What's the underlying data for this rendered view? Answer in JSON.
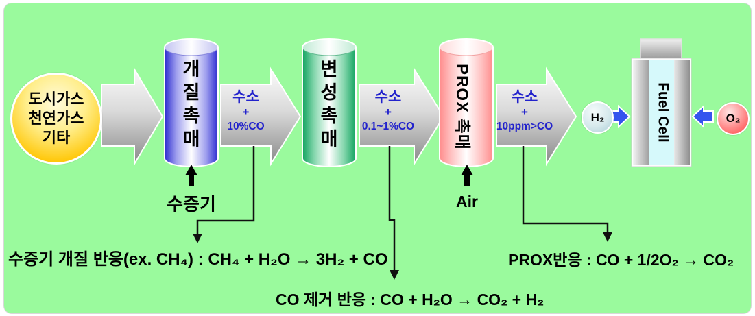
{
  "palette": {
    "panel_green": "#9AFA9D",
    "flow_arrow_dark": "#8A8A8A",
    "flow_label_blue": "#2222CC",
    "cylinder_blue": "#2B2BD0",
    "cylinder_green": "#12A35F",
    "cylinder_pink": "#FF8C8C",
    "side_arrow_blue": "#3554EE",
    "source_yellow": "#FFC90E",
    "fuel_cell_cyan": "#D6F9FB"
  },
  "source_bubble": {
    "lines": [
      "도시가스",
      "천연가스",
      "기타"
    ]
  },
  "cylinders": [
    {
      "id": "reformer",
      "label": "개질촉매",
      "chars": [
        "개",
        "질",
        "촉",
        "매"
      ]
    },
    {
      "id": "shift",
      "label": "변성촉매",
      "chars": [
        "변",
        "성",
        "촉",
        "매"
      ]
    },
    {
      "id": "prox",
      "label": "PROX 촉매"
    }
  ],
  "flows": [
    {
      "top": "수소",
      "mid": "+",
      "bottom": "10%CO"
    },
    {
      "top": "수소",
      "mid": "+",
      "bottom": "0.1~1%CO"
    },
    {
      "top": "수소",
      "mid": "+",
      "bottom": "10ppm>CO"
    }
  ],
  "inputs": {
    "steam": "수증기",
    "air": "Air"
  },
  "fuel_cell": {
    "label": "Fuel Cell",
    "h2": "H₂",
    "o2": "O₂"
  },
  "equations": {
    "reforming": "수증기 개질 반응(ex. CH₄) : CH₄ + H₂O → 3H₂ + CO",
    "co_removal": "CO 제거 반응 : CO + H₂O → CO₂ + H₂",
    "prox": "PROX반응 : CO + 1/2O₂ → CO₂"
  }
}
